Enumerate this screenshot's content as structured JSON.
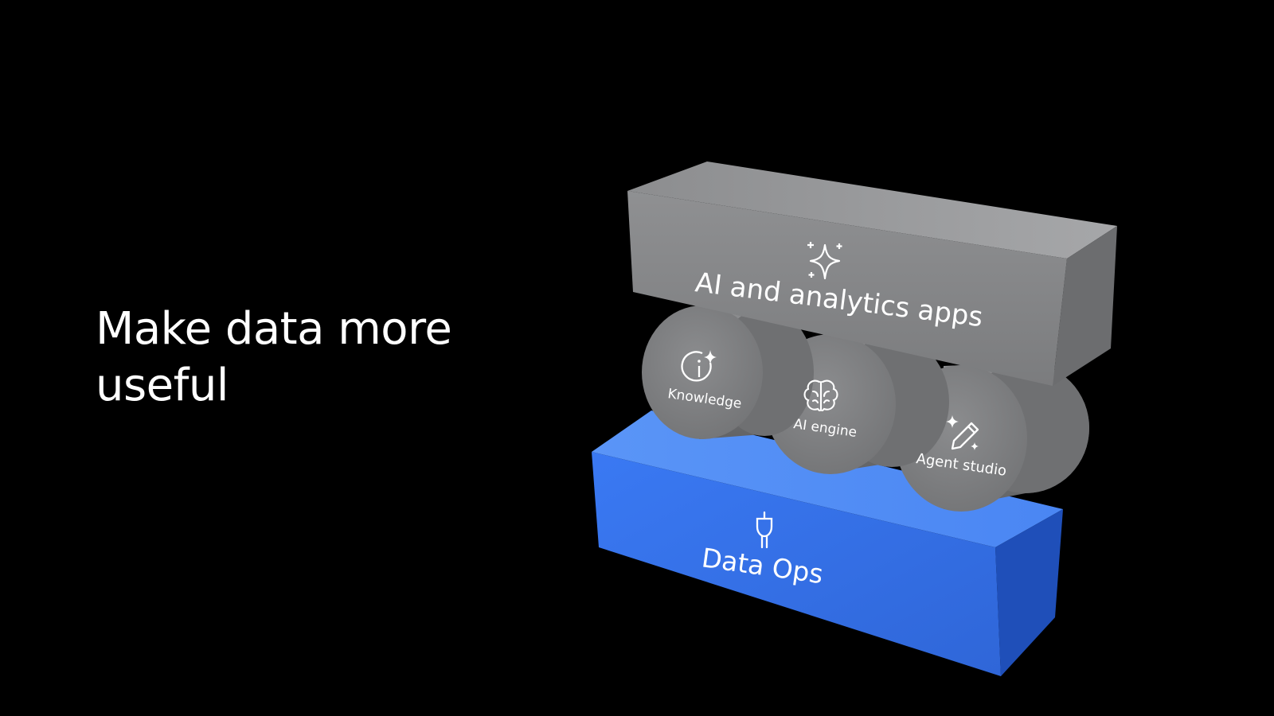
{
  "slide": {
    "headline": "Make data more useful"
  },
  "stack": {
    "top_block": {
      "label": "AI and analytics apps",
      "icon": "sparkle-icon",
      "color": "#8a8b8d"
    },
    "cylinders": [
      {
        "label": "Knowledge",
        "icon": "info-sparkle-icon"
      },
      {
        "label": "AI engine",
        "icon": "brain-icon"
      },
      {
        "label": "Agent studio",
        "icon": "wand-pen-icon"
      }
    ],
    "bottom_block": {
      "label": "Data Ops",
      "icon": "plug-icon",
      "color": "#3d7bf2"
    }
  }
}
